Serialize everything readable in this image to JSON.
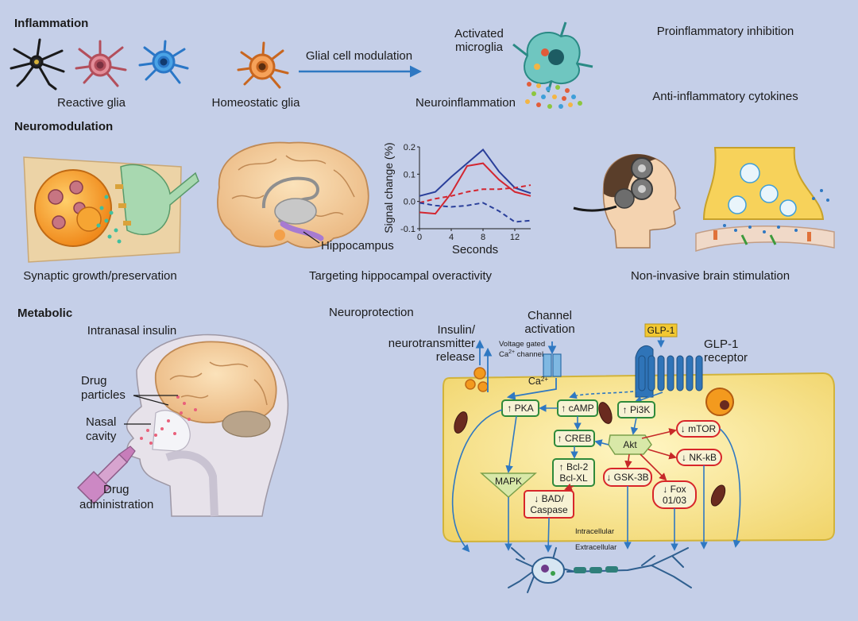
{
  "sections": {
    "inflammation": "Inflammation",
    "neuromodulation": "Neuromodulation",
    "metabolic": "Metabolic"
  },
  "inflammation": {
    "reactive_glia": "Reactive glia",
    "homeostatic_glia": "Homeostatic glia",
    "glial_modulation": "Glial cell modulation",
    "activated_microglia_1": "Activated",
    "activated_microglia_2": "microglia",
    "neuroinflammation": "Neuroinflammation",
    "proinflammatory": "Proinflammatory inhibition",
    "anti_inflammatory": "Anti-inflammatory cytokines"
  },
  "neuromodulation": {
    "synaptic": "Synaptic growth/preservation",
    "hippocampus": "Hippocampus",
    "targeting": "Targeting hippocampal overactivity",
    "noninvasive": "Non-invasive brain stimulation"
  },
  "chart_data": {
    "type": "line",
    "xlabel": "Seconds",
    "ylabel": "Signal change (%)",
    "xlim": [
      0,
      14
    ],
    "ylim": [
      -0.1,
      0.2
    ],
    "xticks": [
      "0",
      "4",
      "8",
      "12"
    ],
    "yticks": [
      "-0.1",
      "0.0",
      "0.1",
      "0.2"
    ],
    "grid": false,
    "x": [
      0,
      2,
      4,
      6,
      8,
      10,
      12,
      14
    ],
    "series": [
      {
        "color": "#2a3f9a",
        "dash": false,
        "values": [
          0.02,
          0.035,
          0.09,
          0.14,
          0.19,
          0.11,
          0.05,
          0.03
        ]
      },
      {
        "color": "#d32630",
        "dash": false,
        "values": [
          -0.04,
          -0.045,
          0.03,
          0.13,
          0.14,
          0.08,
          0.035,
          0.02
        ]
      },
      {
        "color": "#d32630",
        "dash": true,
        "values": [
          -0.005,
          0.01,
          0.02,
          0.035,
          0.045,
          0.045,
          0.05,
          0.06
        ]
      },
      {
        "color": "#2a3f9a",
        "dash": true,
        "values": [
          -0.005,
          -0.015,
          -0.02,
          -0.015,
          -0.005,
          -0.035,
          -0.075,
          -0.07
        ]
      }
    ]
  },
  "metabolic": {
    "intranasal": "Intranasal insulin",
    "drug_particles_1": "Drug",
    "drug_particles_2": "particles",
    "nasal_cavity_1": "Nasal",
    "nasal_cavity_2": "cavity",
    "drug_admin_1": "Drug",
    "drug_admin_2": "administration"
  },
  "neuroprotection": {
    "title": "Neuroprotection",
    "channel_1": "Channel",
    "channel_2": "activation",
    "insulin_1": "Insulin/",
    "insulin_2": "neurotransmitter",
    "insulin_3": "release",
    "vgcc_1": "Voltage gated",
    "vgcc_2": "Ca",
    "vgcc_2sup": "2+",
    "vgcc_3": "channel",
    "ca": "Ca",
    "ca_sup": "2+",
    "glp1": "GLP-1",
    "glp1_receptor_1": "GLP-1",
    "glp1_receptor_2": "receptor",
    "pka": "↑ PKA",
    "camp": "↑ cAMP",
    "pi3k": "↑ Pi3K",
    "creb": "↑ CREB",
    "akt": "Akt",
    "mtor": "↓ mTOR",
    "nfkb": "↓ NK-kB",
    "bcl2_1": "↑ Bcl-2",
    "bcl2_2": "Bcl-XL",
    "gsk": "↓ GSK-3B",
    "fox_1": "↓ Fox",
    "fox_2": "01/03",
    "mapk": "MAPK",
    "bad_1": "↓ BAD/",
    "bad_2": "Caspase",
    "intracellular": "Intracellular",
    "extracellular": "Extracellular"
  },
  "colors": {
    "background": "#c5cfe8",
    "arrow_blue": "#2f78c2",
    "green_box": "#2f8a3a",
    "red_box": "#d8262a",
    "cell_fill": "#f7e59a"
  }
}
